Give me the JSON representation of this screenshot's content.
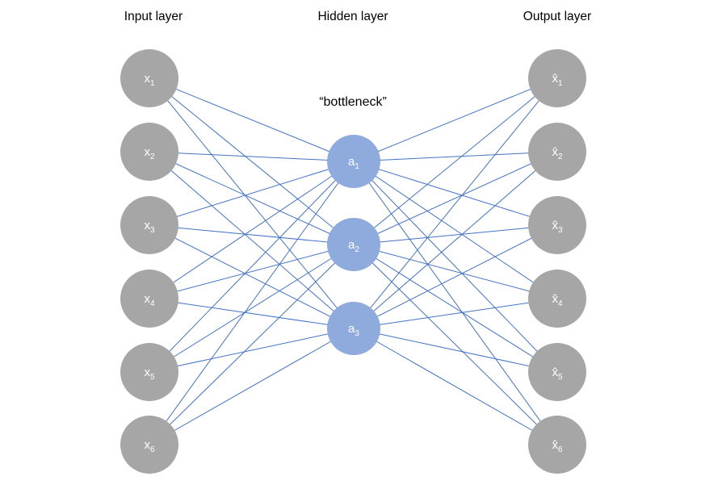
{
  "diagram": {
    "titles": {
      "input": "Input layer",
      "hidden": "Hidden layer",
      "output": "Output layer"
    },
    "bottleneck_label": "“bottleneck”",
    "colors": {
      "input_node": "#A6A6A6",
      "hidden_node": "#8FAADC",
      "output_node": "#A6A6A6",
      "node_label": "#FFFFFF",
      "edge": "#4472C4",
      "title_text": "#000000"
    },
    "layers": [
      {
        "id": "input",
        "nodes": [
          {
            "base": "x",
            "sub": "1",
            "hat": false
          },
          {
            "base": "x",
            "sub": "2",
            "hat": false
          },
          {
            "base": "x",
            "sub": "3",
            "hat": false
          },
          {
            "base": "x",
            "sub": "4",
            "hat": false
          },
          {
            "base": "x",
            "sub": "5",
            "hat": false
          },
          {
            "base": "x",
            "sub": "6",
            "hat": false
          }
        ]
      },
      {
        "id": "hidden",
        "nodes": [
          {
            "base": "a",
            "sub": "1",
            "hat": false
          },
          {
            "base": "a",
            "sub": "2",
            "hat": false
          },
          {
            "base": "a",
            "sub": "3",
            "hat": false
          }
        ]
      },
      {
        "id": "output",
        "nodes": [
          {
            "base": "x",
            "sub": "1",
            "hat": true
          },
          {
            "base": "x",
            "sub": "2",
            "hat": true
          },
          {
            "base": "x",
            "sub": "3",
            "hat": true
          },
          {
            "base": "x",
            "sub": "4",
            "hat": true
          },
          {
            "base": "x",
            "sub": "5",
            "hat": true
          },
          {
            "base": "x",
            "sub": "6",
            "hat": true
          }
        ]
      }
    ],
    "connectivity": [
      "input-to-hidden fully connected",
      "hidden-to-output fully connected"
    ]
  }
}
